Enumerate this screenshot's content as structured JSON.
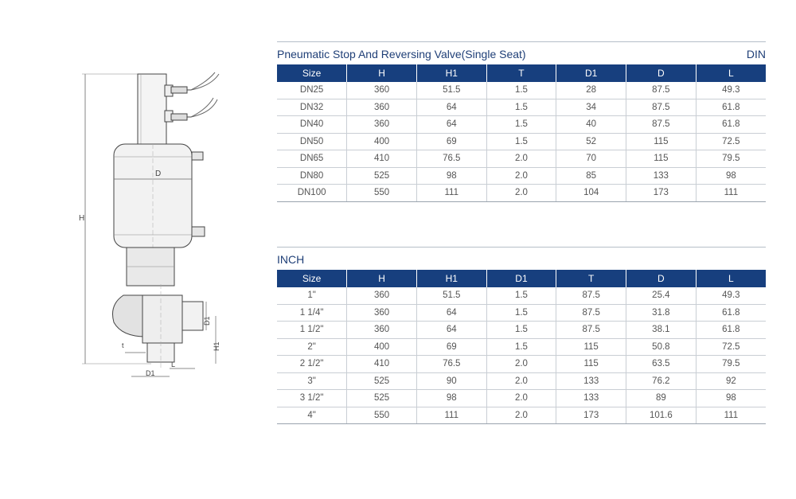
{
  "drawing": {
    "labels": {
      "h": "H",
      "d": "D",
      "d1_side": "D1",
      "h1": "H1",
      "t": "t",
      "d1_bottom": "D1",
      "l": "L"
    }
  },
  "din": {
    "title": "Pneumatic Stop And Reversing Valve(Single Seat)",
    "unit": "DIN",
    "headers": [
      "Size",
      "H",
      "H1",
      "T",
      "D1",
      "D",
      "L"
    ],
    "rows": [
      [
        "DN25",
        "360",
        "51.5",
        "1.5",
        "28",
        "87.5",
        "49.3"
      ],
      [
        "DN32",
        "360",
        "64",
        "1.5",
        "34",
        "87.5",
        "61.8"
      ],
      [
        "DN40",
        "360",
        "64",
        "1.5",
        "40",
        "87.5",
        "61.8"
      ],
      [
        "DN50",
        "400",
        "69",
        "1.5",
        "52",
        "115",
        "72.5"
      ],
      [
        "DN65",
        "410",
        "76.5",
        "2.0",
        "70",
        "115",
        "79.5"
      ],
      [
        "DN80",
        "525",
        "98",
        "2.0",
        "85",
        "133",
        "98"
      ],
      [
        "DN100",
        "550",
        "111",
        "2.0",
        "104",
        "173",
        "111"
      ]
    ]
  },
  "inch": {
    "title": "INCH",
    "headers": [
      "Size",
      "H",
      "H1",
      "D1",
      "T",
      "D",
      "L"
    ],
    "rows": [
      [
        "1\"",
        "360",
        "51.5",
        "1.5",
        "87.5",
        "25.4",
        "49.3"
      ],
      [
        "1 1/4\"",
        "360",
        "64",
        "1.5",
        "87.5",
        "31.8",
        "61.8"
      ],
      [
        "1 1/2\"",
        "360",
        "64",
        "1.5",
        "87.5",
        "38.1",
        "61.8"
      ],
      [
        "2\"",
        "400",
        "69",
        "1.5",
        "115",
        "50.8",
        "72.5"
      ],
      [
        "2 1/2\"",
        "410",
        "76.5",
        "2.0",
        "115",
        "63.5",
        "79.5"
      ],
      [
        "3\"",
        "525",
        "90",
        "2.0",
        "133",
        "76.2",
        "92"
      ],
      [
        "3 1/2\"",
        "525",
        "98",
        "2.0",
        "133",
        "89",
        "98"
      ],
      [
        "4\"",
        "550",
        "111",
        "2.0",
        "173",
        "101.6",
        "111"
      ]
    ]
  }
}
